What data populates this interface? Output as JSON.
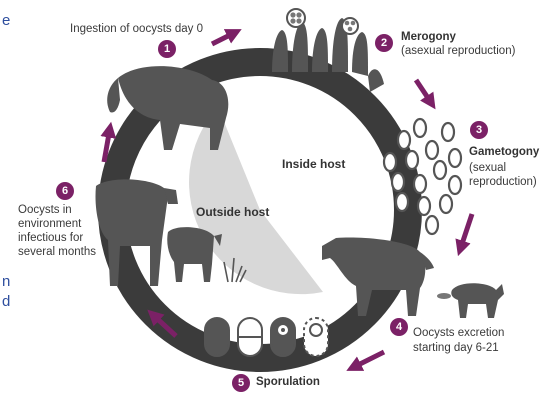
{
  "steps": [
    {
      "number": "1",
      "title": "Ingestion of oocysts day 0"
    },
    {
      "number": "2",
      "title": "Merogony",
      "subtitle": "(asexual reproduction)"
    },
    {
      "number": "3",
      "title": "Gametogony",
      "subtitle_lines": [
        "(sexual",
        "reproduction)"
      ]
    },
    {
      "number": "4",
      "lines": [
        "Oocysts excretion",
        "starting day 6-21"
      ]
    },
    {
      "number": "5",
      "title": "Sporulation"
    },
    {
      "number": "6",
      "lines": [
        "Oocysts in",
        "environment",
        "infectious for",
        "several months"
      ]
    }
  ],
  "regions": {
    "inside": "Inside host",
    "outside": "Outside host"
  },
  "edge_fragments": [
    "e",
    "n",
    "d"
  ],
  "colors": {
    "ring": "#3b3b3b",
    "arrow": "#7b2166",
    "silhouette": "#555555",
    "wedge": "#d8d8d8",
    "edge_text": "#2e4e9e"
  }
}
